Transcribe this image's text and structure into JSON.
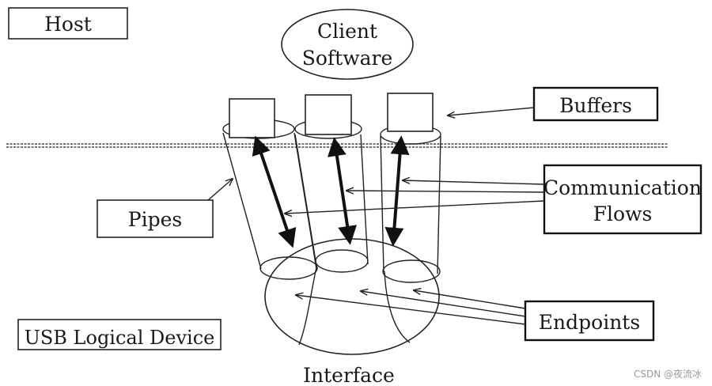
{
  "diagram": {
    "labels": {
      "host": "Host",
      "client_line1": "Client",
      "client_line2": "Software",
      "buffers": "Buffers",
      "communication_line1": "Communication",
      "communication_line2": "Flows",
      "pipes": "Pipes",
      "endpoints": "Endpoints",
      "usb_logical_device": "USB Logical Device",
      "interface": "Interface"
    },
    "watermark": "CSDN @夜流冰",
    "colors": {
      "ink": "#222222",
      "background": "#ffffff",
      "watermark": "#9a9a9a"
    }
  }
}
